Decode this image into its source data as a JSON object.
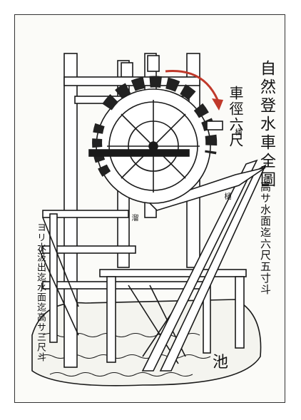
{
  "title": "自然登水車全圖",
  "diameter_note": "車徑六尺",
  "height_note": "高サ水面迄六尺五寸斗",
  "flow_note": "ヨリ水汲出迄水面迄高サ三尺斗",
  "pond_label": "池",
  "colors": {
    "arrow": "#c0392b",
    "ink": "#1a1a1a",
    "wheel_band": "#222222"
  },
  "small_labels": [
    "桶",
    "溜",
    "樋"
  ]
}
